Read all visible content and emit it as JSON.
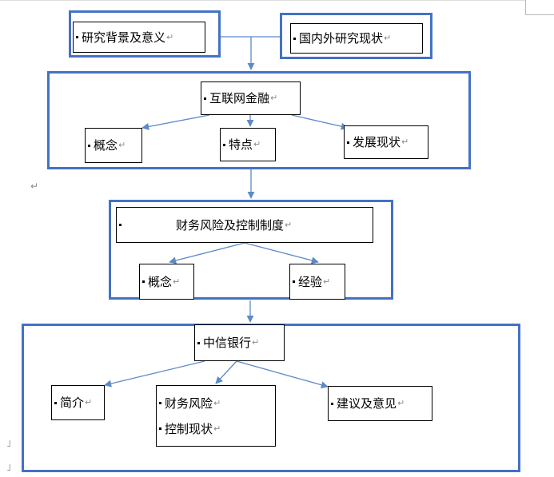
{
  "nodes": {
    "research_background": "研究背景及意义",
    "domestic_foreign_status": "国内外研究现状",
    "internet_finance": "互联网金融",
    "if_concept": "概念",
    "if_features": "特点",
    "if_development": "发展现状",
    "financial_risk_control": "财务风险及控制制度",
    "frc_concept": "概念",
    "frc_experience": "经验",
    "citic_bank": "中信银行",
    "citic_intro": "简介",
    "citic_risk_line1": "财务风险",
    "citic_risk_line2": "控制现状",
    "citic_suggestions": "建议及意见"
  },
  "marks": {
    "return_mark": "↵",
    "page_mark": "˩"
  },
  "colors": {
    "frame": "#4472c4",
    "connector": "#5b8ac8"
  }
}
